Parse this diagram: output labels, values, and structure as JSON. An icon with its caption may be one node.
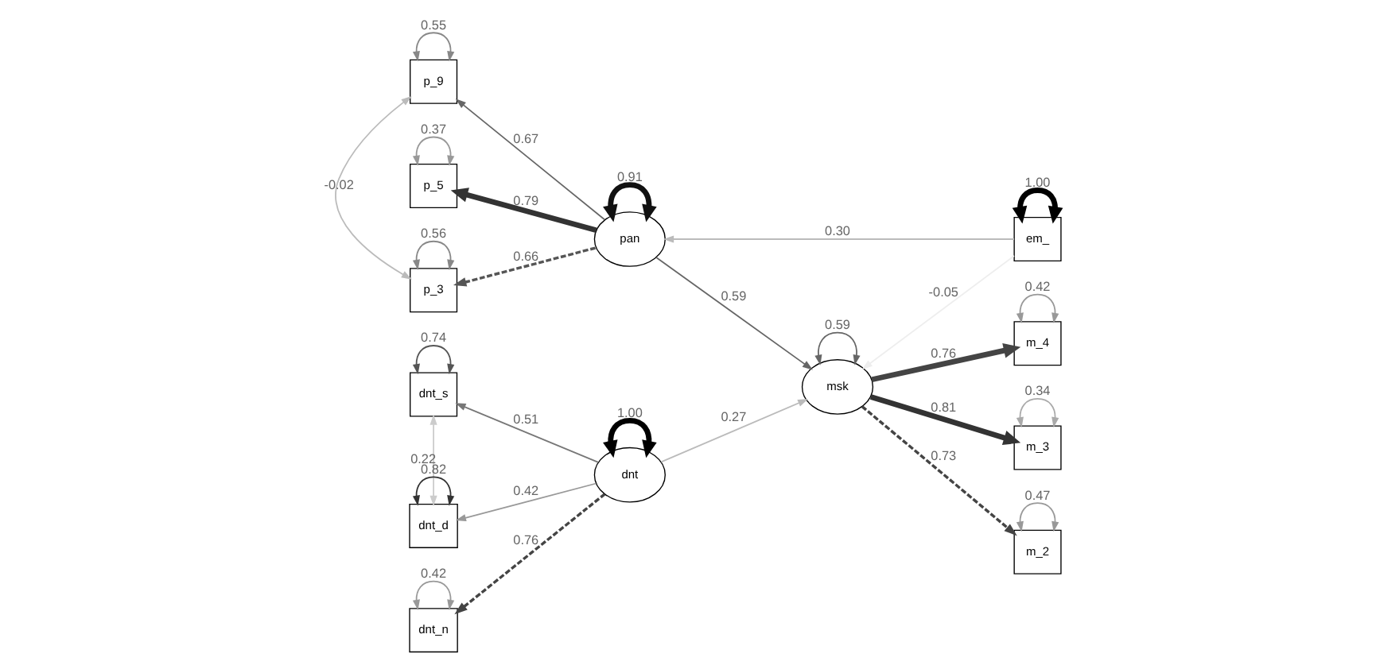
{
  "diagram": {
    "nodes": [
      {
        "text": [
          "p_9"
        ]
      },
      {
        "text": [
          "p_5"
        ]
      },
      {
        "text": [
          "p_3"
        ]
      },
      {
        "text": [
          "dnt_s"
        ]
      },
      {
        "text": [
          "dnt_d"
        ]
      },
      {
        "text": [
          "dnt_n"
        ]
      },
      {
        "text": [
          "pan"
        ]
      },
      {
        "text": [
          "dnt"
        ]
      },
      {
        "text": [
          "msk"
        ]
      },
      {
        "text": [
          "em_"
        ]
      },
      {
        "text": [
          "m_4"
        ]
      },
      {
        "text": [
          "m_3"
        ]
      },
      {
        "text": [
          "m_2"
        ]
      }
    ],
    "edges": [
      {
        "from": 6,
        "to": 0,
        "arrow": "to",
        "label": "0.67",
        "color": "#666666"
      },
      {
        "from": 6,
        "to": 1,
        "arrow": "to",
        "label": "0.79",
        "color": "#333333",
        "style": "thick"
      },
      {
        "from": 6,
        "to": 2,
        "arrow": "to",
        "label": "0.66",
        "color": "#555555",
        "style": "dashed"
      },
      {
        "from": 7,
        "to": 3,
        "arrow": "to",
        "label": "0.51",
        "color": "#777777"
      },
      {
        "from": 7,
        "to": 4,
        "arrow": "to",
        "label": "0.42",
        "color": "#999999"
      },
      {
        "from": 7,
        "to": 5,
        "arrow": "to",
        "label": "0.76",
        "color": "#444444",
        "style": "dashed"
      },
      {
        "from": 6,
        "to": 8,
        "arrow": "to",
        "label": "0.59",
        "color": "#666666"
      },
      {
        "from": 7,
        "to": 8,
        "arrow": "to",
        "label": "0.27",
        "color": "#bbbbbb"
      },
      {
        "from": 9,
        "to": 6,
        "arrow": "to",
        "label": "0.30",
        "color": "#bbbbbb"
      },
      {
        "from": 9,
        "to": 8,
        "arrow": "to",
        "label": "-0.05",
        "color": "#eeeeee"
      },
      {
        "from": 8,
        "to": 10,
        "arrow": "to",
        "label": "0.76",
        "color": "#444444",
        "style": "thick"
      },
      {
        "from": 8,
        "to": 11,
        "arrow": "to",
        "label": "0.81",
        "color": "#333333",
        "style": "thick"
      },
      {
        "from": 8,
        "to": 12,
        "arrow": "to",
        "label": "0.73",
        "color": "#444444",
        "style": "dashed"
      },
      {
        "from": 0,
        "to": 2,
        "arrow": "both",
        "label": "-0.02",
        "color": "#bbbbbb"
      },
      {
        "from": 3,
        "to": 4,
        "arrow": "both",
        "label": "0.22",
        "color": "#cccccc"
      },
      {
        "from": 0,
        "to": 0,
        "arrow": "both",
        "label": "0.55",
        "color": "#888888"
      },
      {
        "from": 1,
        "to": 1,
        "arrow": "both",
        "label": "0.37",
        "color": "#999999"
      },
      {
        "from": 2,
        "to": 2,
        "arrow": "both",
        "label": "0.56",
        "color": "#888888"
      },
      {
        "from": 3,
        "to": 3,
        "arrow": "both",
        "label": "0.74",
        "color": "#555555"
      },
      {
        "from": 4,
        "to": 4,
        "arrow": "both",
        "label": "0.82",
        "color": "#333333"
      },
      {
        "from": 5,
        "to": 5,
        "arrow": "both",
        "label": "0.42",
        "color": "#999999"
      },
      {
        "from": 6,
        "to": 6,
        "arrow": "both",
        "label": "0.91",
        "color": "#111111",
        "style": "thick"
      },
      {
        "from": 7,
        "to": 7,
        "arrow": "both",
        "label": "1.00",
        "color": "#000000",
        "style": "thick"
      },
      {
        "from": 8,
        "to": 8,
        "arrow": "both",
        "label": "0.59",
        "color": "#666666"
      },
      {
        "from": 9,
        "to": 9,
        "arrow": "both",
        "label": "1.00",
        "color": "#000000",
        "style": "thick"
      },
      {
        "from": 10,
        "to": 10,
        "arrow": "both",
        "label": "0.42",
        "color": "#999999"
      },
      {
        "from": 11,
        "to": 11,
        "arrow": "both",
        "label": "0.34",
        "color": "#aaaaaa"
      },
      {
        "from": 12,
        "to": 12,
        "arrow": "both",
        "label": "0.47",
        "color": "#999999"
      }
    ]
  }
}
